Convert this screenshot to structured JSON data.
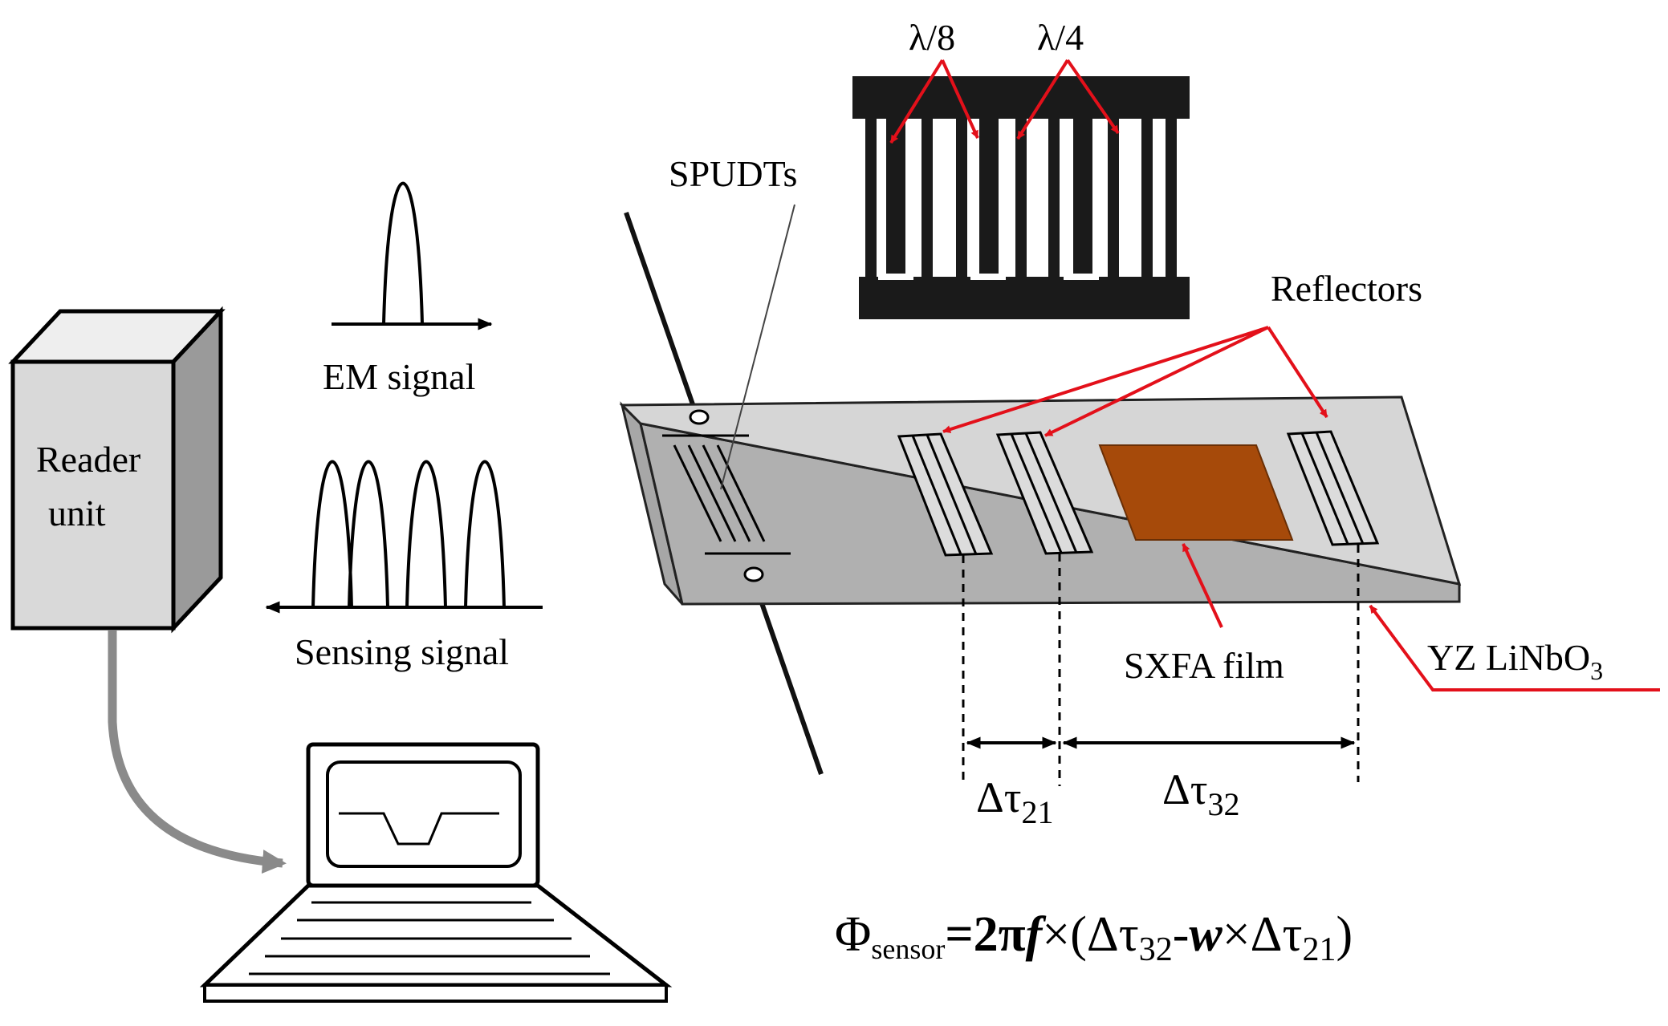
{
  "labels": {
    "reader": [
      "Reader",
      "unit"
    ],
    "em_signal": "EM signal",
    "sensing_signal": "Sensing signal",
    "spudts": "SPUDTs",
    "lambda8": "λ/8",
    "lambda4": "λ/4",
    "reflectors": "Reflectors",
    "sxfa_film": "SXFA film",
    "substrate": {
      "main": "YZ LiNbO",
      "sub": "3"
    },
    "dtau21": {
      "main": "Δτ",
      "sub": "21"
    },
    "dtau32": {
      "main": "Δτ",
      "sub": "32"
    }
  },
  "formula": {
    "phi": "Φ",
    "phi_sub": "sensor",
    "eq": "=2π",
    "f": "f",
    "times1": "×",
    "open": "(Δτ",
    "sub32": "32",
    "minus": "-",
    "w": "w",
    "times2": "×",
    "dtau": "Δτ",
    "sub21": "21",
    "close": ")"
  },
  "colors": {
    "annotation_red": "#e3101a",
    "film_brown": "#a64a0a",
    "substrate_grey": "#d6d6d6",
    "box_grey": "#d9d9d9",
    "cable_grey": "#8a8a8a",
    "ink": "#111111"
  }
}
